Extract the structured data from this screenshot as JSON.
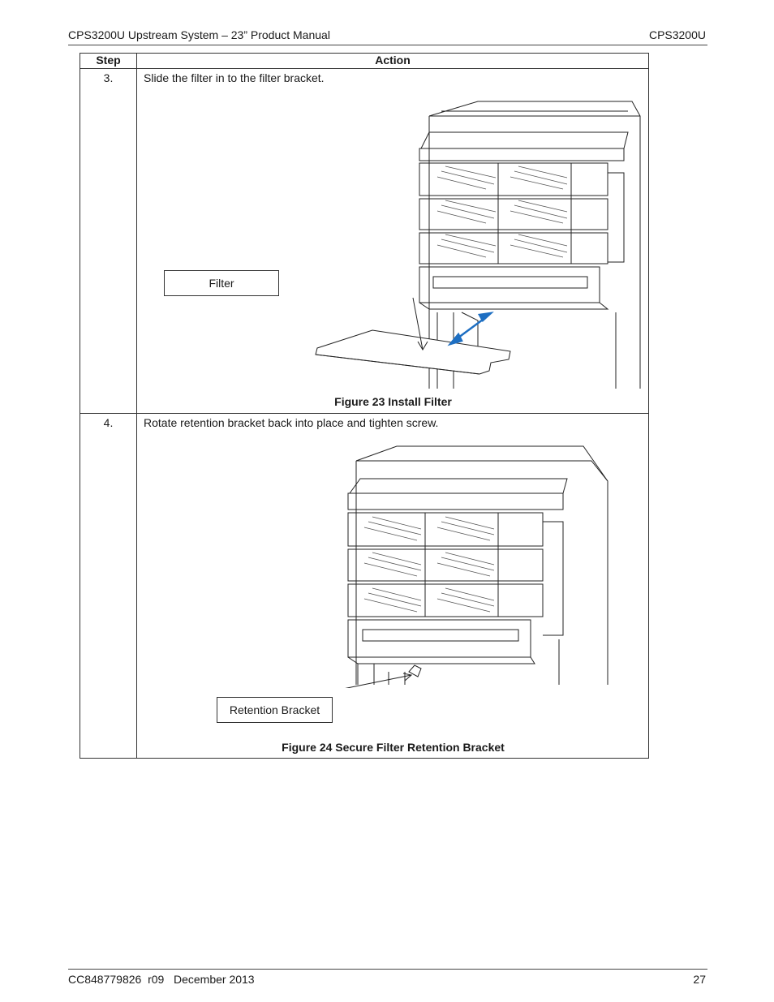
{
  "header": {
    "title": "CPS3200U Upstream System – 23” Product Manual",
    "right": "CPS3200U"
  },
  "table": {
    "col_step": "Step",
    "col_action": "Action",
    "rows": [
      {
        "step": "3.",
        "text": "Slide the filter in to the filter bracket.",
        "callout": "Filter",
        "caption": "Figure 23 Install Filter"
      },
      {
        "step": "4.",
        "text": "Rotate retention bracket back into place and tighten screw.",
        "callout": "Retention Bracket",
        "caption": "Figure 24 Secure Filter Retention Bracket"
      }
    ]
  },
  "footer": {
    "left": "CC848779826  r09   December 2013",
    "page": "27"
  },
  "colors": {
    "arrow_accent": "#1e6fc2"
  }
}
